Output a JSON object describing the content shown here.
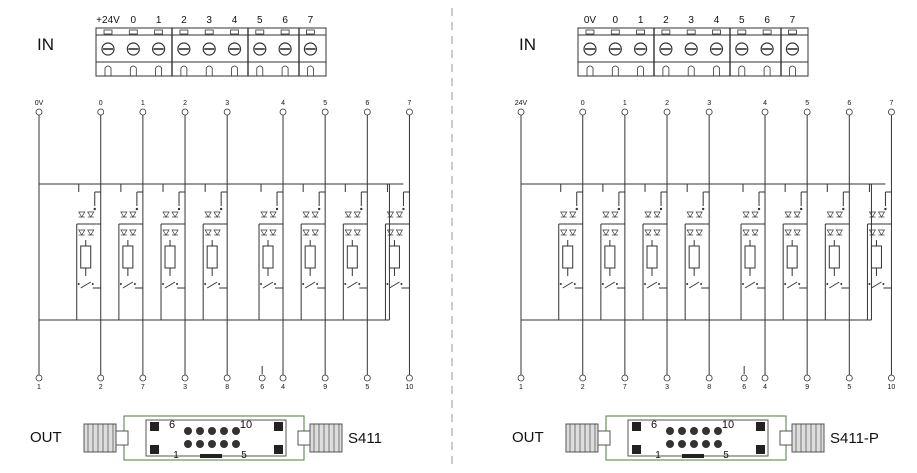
{
  "left": {
    "in_label": "IN",
    "out_label": "OUT",
    "model": "S411",
    "terminal_labels": [
      "+24V",
      "0",
      "1",
      "2",
      "3",
      "4",
      "5",
      "6",
      "7"
    ],
    "top_pins": [
      "0V",
      "0",
      "1",
      "2",
      "3",
      "4",
      "5",
      "6",
      "7"
    ],
    "bottom_pins": [
      "1",
      "2",
      "7",
      "3",
      "8",
      "6",
      "4",
      "9",
      "5",
      "10"
    ]
  },
  "right": {
    "in_label": "IN",
    "out_label": "OUT",
    "model": "S411-P",
    "terminal_labels": [
      "0V",
      "0",
      "1",
      "2",
      "3",
      "4",
      "5",
      "6",
      "7"
    ],
    "top_pins": [
      "24V",
      "0",
      "1",
      "2",
      "3",
      "4",
      "5",
      "6",
      "7"
    ],
    "bottom_pins": [
      "1",
      "2",
      "7",
      "3",
      "8",
      "6",
      "4",
      "9",
      "5",
      "10"
    ]
  },
  "connector": {
    "pin_label_top_left": "6",
    "pin_label_top_right": "10",
    "pin_label_bottom_left": "1",
    "pin_label_bottom_right": "5"
  }
}
